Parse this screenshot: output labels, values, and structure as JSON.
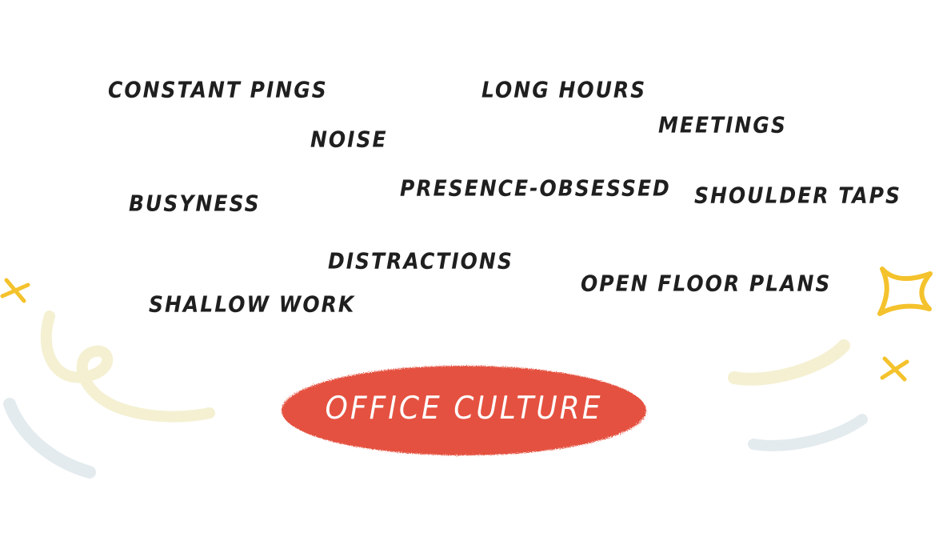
{
  "words": {
    "constant_pings": "CONSTANT PINGS",
    "long_hours": "LONG HOURS",
    "meetings": "MEETINGS",
    "noise": "NOISE",
    "presence_obsessed": "PRESENCE-OBSESSED",
    "shoulder_taps": "SHOULDER TAPS",
    "busyness": "BUSYNESS",
    "distractions": "DISTRACTIONS",
    "open_floor_plans": "OPEN FLOOR PLANS",
    "shallow_work": "SHALLOW WORK"
  },
  "center_label": "OFFICE CULTURE",
  "colors": {
    "pill": "#e5513f",
    "sparkle": "#f4c22c",
    "cream_stroke": "#f3efcf",
    "blue_stroke": "#e1e9ec",
    "text": "#1f1f1f"
  }
}
